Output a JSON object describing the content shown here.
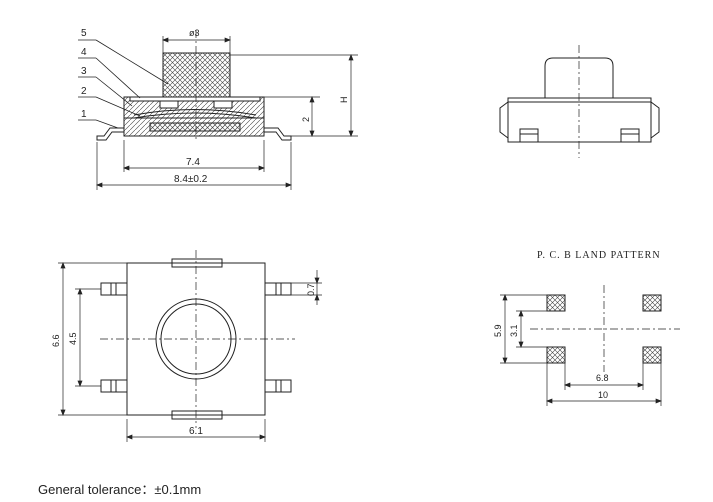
{
  "side_view": {
    "callouts": [
      "1",
      "2",
      "3",
      "4",
      "5"
    ],
    "dims": {
      "cap_diameter": "ø3",
      "height": "H",
      "base_height": "2",
      "body_width": "7.4",
      "total_width": "8.4±0.2"
    }
  },
  "top_view": {
    "dims": {
      "body_height": "6.6",
      "pin_pitch": "4.5",
      "pin_width": "0.7",
      "body_width": "6.1"
    }
  },
  "pcb_pattern": {
    "title": "P. C. B  LAND PATTERN",
    "dims": {
      "outer_height": "5.9",
      "inner_height": "3.1",
      "inner_width": "6.8",
      "outer_width": "10"
    }
  },
  "footer": {
    "tolerance": "General tolerance：±0.1mm"
  },
  "colors": {
    "line": "#222222"
  }
}
